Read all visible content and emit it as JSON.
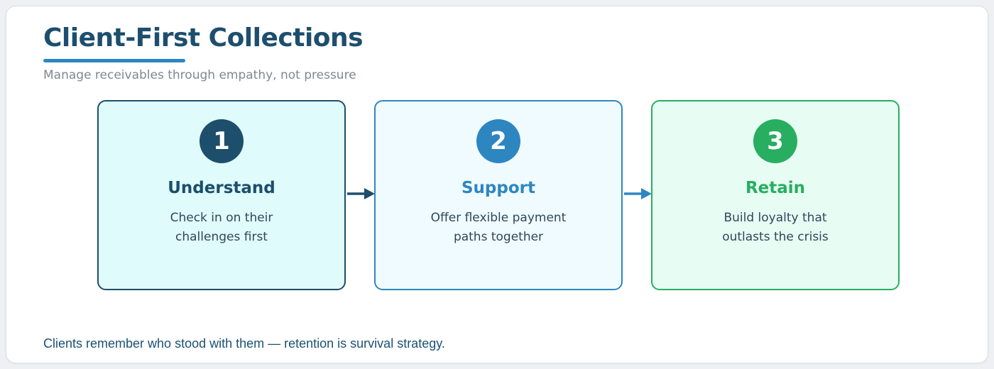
{
  "page": {
    "title": "Client-First Collections",
    "subtitle": "Manage receivables through empathy, not pressure",
    "footer": "Clients remember who stood with them — retention is survival strategy."
  },
  "steps": [
    {
      "number": "1",
      "title": "Understand",
      "desc_line1": "Check in on their",
      "desc_line2": "challenges first",
      "accent_color": "#1d4e6b",
      "bg_color": "#dffbfb"
    },
    {
      "number": "2",
      "title": "Support",
      "desc_line1": "Offer flexible payment",
      "desc_line2": "paths together",
      "accent_color": "#2e86c1",
      "bg_color": "#effbff"
    },
    {
      "number": "3",
      "title": "Retain",
      "desc_line1": "Build loyalty that",
      "desc_line2": "outlasts the crisis",
      "accent_color": "#27ae60",
      "bg_color": "#e7fcf3"
    }
  ],
  "arrows": [
    {
      "color": "#1d4e6b"
    },
    {
      "color": "#2e86c1"
    }
  ],
  "colors": {
    "outer-bg": "#eef0f4",
    "panel-bg": "#ffffff",
    "panel-border": "#d8dee8",
    "title": "#1d4e6e",
    "underline": "#2e86c1",
    "subtitle": "#7e8894",
    "body-text": "#31465a",
    "footer-text": "#1b5175"
  }
}
